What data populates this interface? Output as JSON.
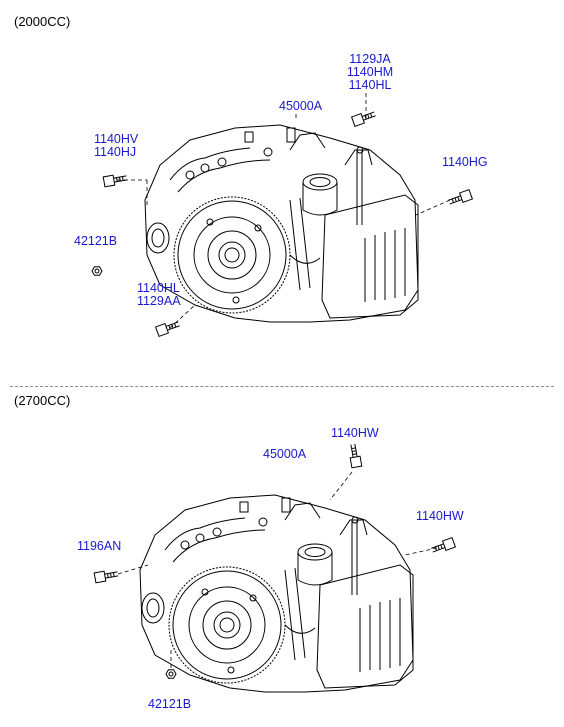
{
  "sections": [
    {
      "label": "(2000CC)",
      "callouts": {
        "bolt_top": [
          "1129JA",
          "1140HM",
          "1140HL"
        ],
        "assembly": "45000A",
        "bolt_left": [
          "1140HV",
          "1140HJ"
        ],
        "bolt_right": "1140HG",
        "nut_left": "42121B",
        "bolt_bottom": [
          "1140HL",
          "1129AA"
        ]
      }
    },
    {
      "label": "(2700CC)",
      "callouts": {
        "bolt_top": "1140HW",
        "assembly": "45000A",
        "bolt_right": "1140HW",
        "bolt_left": "1196AN",
        "nut_bottom": "42121B"
      }
    }
  ],
  "colors": {
    "callout": "#1a1acc",
    "line": "#000000",
    "divider": "#8a8a8a"
  }
}
